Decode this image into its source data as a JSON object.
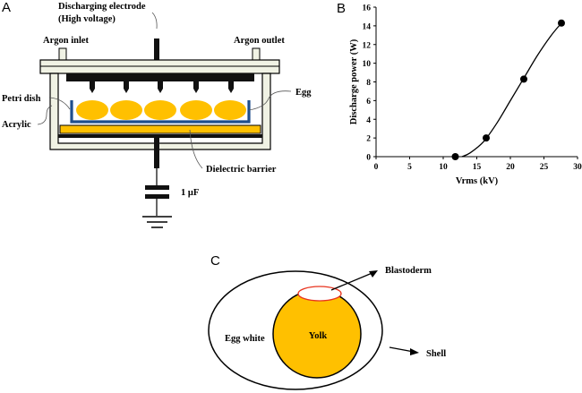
{
  "panels": {
    "a": {
      "letter": "A",
      "labels": {
        "electrode_line1": "Discharging electrode",
        "electrode_line2": "(High voltage)",
        "argon_inlet": "Argon inlet",
        "argon_outlet": "Argon outlet",
        "petri_dish": "Petri dish",
        "acrylic": "Acrylic",
        "egg": "Egg",
        "dielectric_barrier": "Dielectric barrier",
        "capacitor": "1 μF"
      },
      "egg_count": 5,
      "colors": {
        "egg": "#FFC000",
        "dish": "#1F4E8C",
        "frame": "#F0F2E4",
        "electrode": "#111111"
      }
    },
    "b": {
      "letter": "B"
    },
    "c": {
      "letter": "C",
      "labels": {
        "blastoderm": "Blastoderm",
        "yolk": "Yolk",
        "egg_white": "Egg white",
        "shell": "Shell"
      },
      "colors": {
        "yolk": "#FFC000",
        "blastoderm_outline": "#E8331E"
      }
    }
  },
  "chart_data": {
    "type": "scatter",
    "title": "",
    "xlabel": "Vrms (kV)",
    "ylabel": "Discharge power (W)",
    "xlim": [
      0,
      30
    ],
    "ylim": [
      0,
      16
    ],
    "xticks": [
      0,
      5,
      10,
      15,
      20,
      25,
      30
    ],
    "yticks": [
      0,
      2,
      4,
      6,
      8,
      10,
      12,
      14,
      16
    ],
    "grid": false,
    "series": [
      {
        "name": "Discharge power",
        "x": [
          11.8,
          16.4,
          22.0,
          27.6
        ],
        "y": [
          0.0,
          2.0,
          8.3,
          14.3
        ]
      }
    ],
    "fit_curve": {
      "x": [
        12.8,
        14,
        16,
        18,
        20,
        22,
        24,
        26,
        27.6
      ],
      "y": [
        0,
        0.4,
        1.6,
        3.6,
        6.0,
        8.4,
        10.8,
        12.9,
        14.3
      ]
    }
  }
}
